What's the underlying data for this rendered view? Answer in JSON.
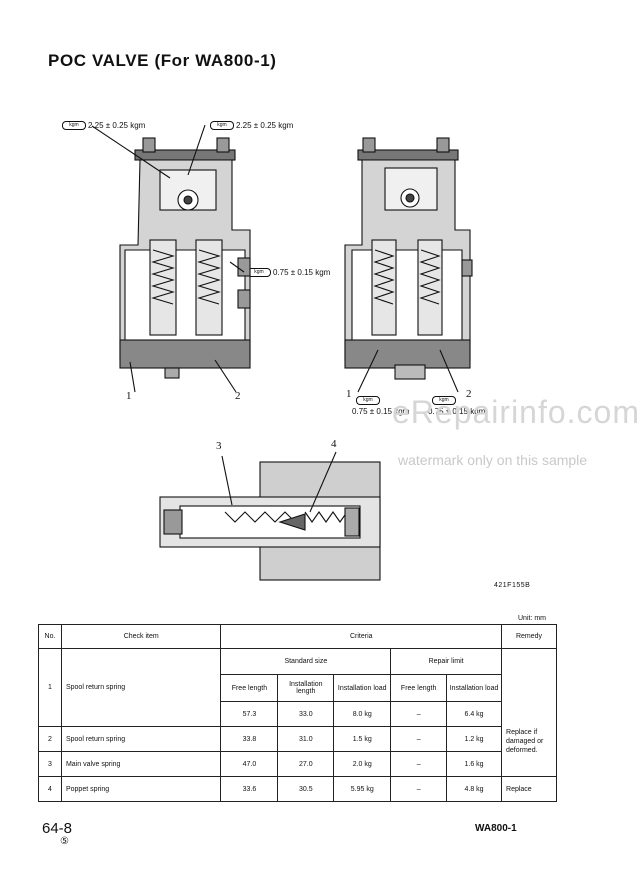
{
  "title": "POC VALVE (For WA800-1)",
  "torque_symbol": "kgm",
  "torques": {
    "left_top_a": "2.25 ± 0.25 kgm",
    "left_top_b": "2.25 ± 0.25 kgm",
    "left_mid": "0.75 ± 0.15 kgm",
    "right_bottom_a": "0.75 ± 0.15 kgm",
    "right_bottom_b": "0.75 ± 0.15 kgm"
  },
  "callouts": {
    "c1": "1",
    "c2": "2",
    "c1b": "1",
    "c2b": "2",
    "c3": "3",
    "c4": "4"
  },
  "watermark": {
    "site": "eRepairinfo.com",
    "note": "watermark only on this sample"
  },
  "figure_no": "421F155B",
  "unit": "Unit: mm",
  "table": {
    "header": {
      "no": "No.",
      "check_item": "Check item",
      "criteria": "Criteria",
      "remedy": "Remedy"
    },
    "standard_size": "Standard size",
    "repair_limit": "Repair limit",
    "cols": {
      "free_length": "Free length",
      "install_length": "Installation length",
      "install_load": "Installation load",
      "free_length_rl": "Free length",
      "install_load_rl": "Installation load"
    },
    "rows": [
      {
        "no": "1",
        "item": "Spool return spring",
        "free_length": "57.3",
        "install_length": "33.0",
        "install_load": "8.0 kg",
        "rl_free_length": "–",
        "rl_install_load": "6.4 kg"
      },
      {
        "no": "2",
        "item": "Spool return spring",
        "free_length": "33.8",
        "install_length": "31.0",
        "install_load": "1.5 kg",
        "rl_free_length": "–",
        "rl_install_load": "1.2 kg"
      },
      {
        "no": "3",
        "item": "Main valve spring",
        "free_length": "47.0",
        "install_length": "27.0",
        "install_load": "2.0 kg",
        "rl_free_length": "–",
        "rl_install_load": "1.6 kg"
      },
      {
        "no": "4",
        "item": "Poppet spring",
        "free_length": "33.6",
        "install_length": "30.5",
        "install_load": "5.95 kg",
        "rl_free_length": "–",
        "rl_install_load": "4.8 kg"
      }
    ],
    "remedy_a": "Replace if damaged or deformed.",
    "remedy_b": "Replace"
  },
  "footer": {
    "page": "64-8",
    "revision": "⑤",
    "model": "WA800-1"
  }
}
